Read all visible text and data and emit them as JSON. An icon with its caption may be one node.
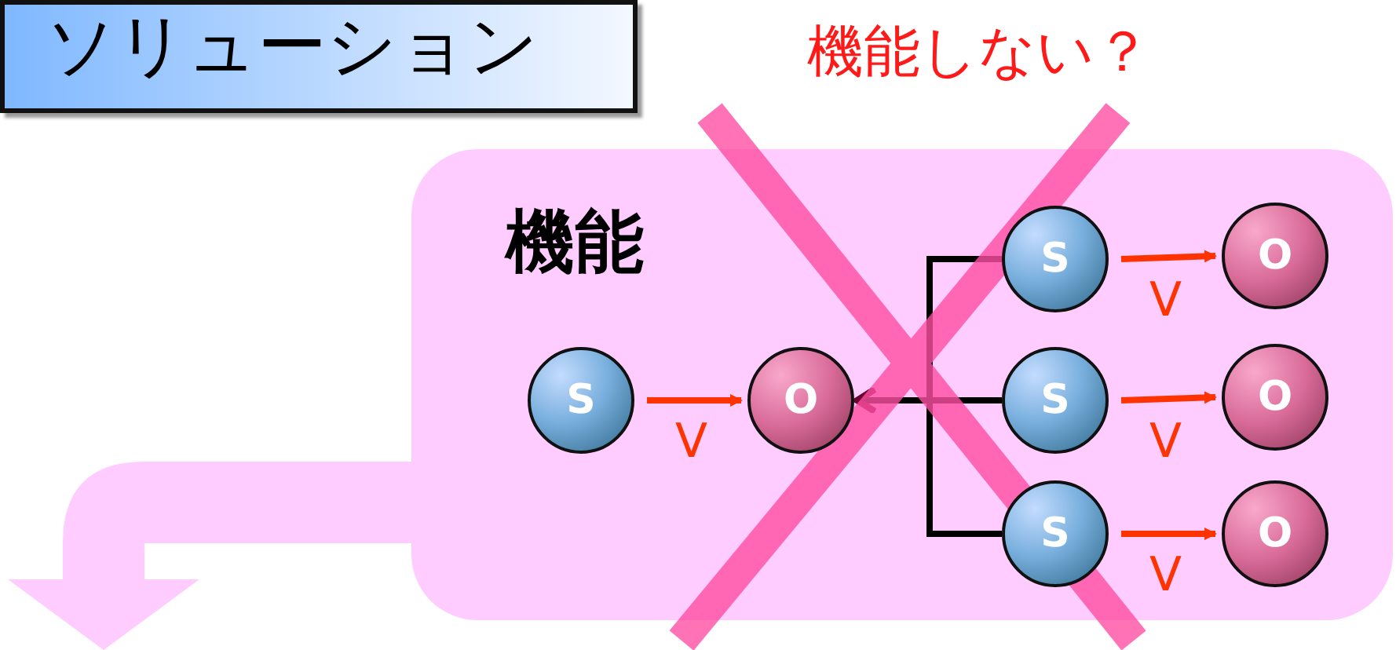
{
  "diagram": {
    "nodes": [
      {
        "text": [
          "ソリューション"
        ]
      },
      {
        "text": [
          "機能"
        ]
      },
      {
        "text": [
          "S"
        ],
        "in": 1
      },
      {
        "text": [
          "O"
        ],
        "in": 1
      },
      {
        "text": [
          "S"
        ],
        "in": 1
      },
      {
        "text": [
          "S"
        ],
        "in": 1
      },
      {
        "text": [
          "S"
        ],
        "in": 1
      },
      {
        "text": [
          "O"
        ],
        "in": 1
      },
      {
        "text": [
          "O"
        ],
        "in": 1
      },
      {
        "text": [
          "O"
        ],
        "in": 1
      }
    ],
    "edges": [
      {
        "from": 2,
        "to": 3,
        "arrow": "to",
        "label": "V"
      },
      {
        "from": 4,
        "to": 7,
        "arrow": "to",
        "label": "V"
      },
      {
        "from": 5,
        "to": 8,
        "arrow": "to",
        "label": "V"
      },
      {
        "from": 6,
        "to": 9,
        "arrow": "to",
        "label": "V"
      },
      {
        "from": 4,
        "to": 3,
        "arrow": "to",
        "color": "#000000"
      },
      {
        "from": 5,
        "to": 3,
        "arrow": "to",
        "color": "#000000"
      },
      {
        "from": 6,
        "to": 3,
        "arrow": "to",
        "color": "#000000"
      },
      {
        "from": 1,
        "to": null,
        "arrow": "to",
        "color": "#ffccff",
        "style": "thick"
      }
    ],
    "labels": [
      "機能しない？"
    ]
  }
}
